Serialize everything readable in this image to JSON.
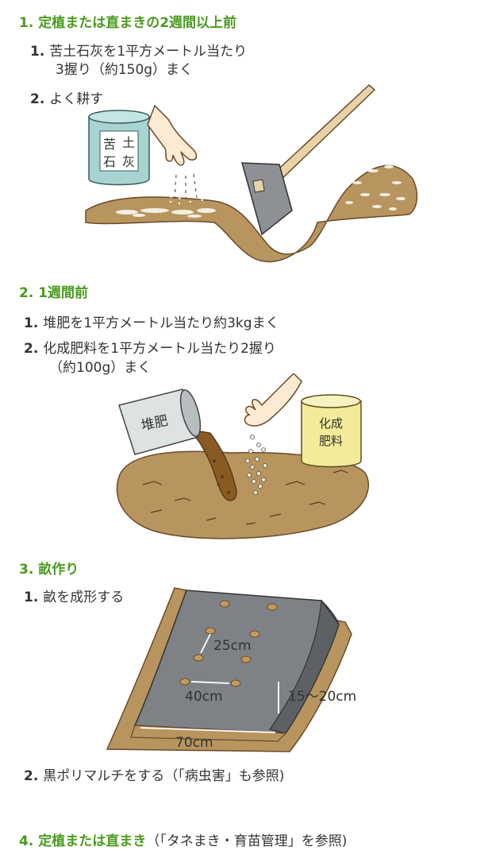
{
  "section1": {
    "heading": "1. 定植または直まきの2週間以上前",
    "step1_num": "1.",
    "step1_line1": "苦土石灰を1平方メートル当たり",
    "step1_line2": "3握り（約150g）まく",
    "step2_num": "2.",
    "step2_text": "よく耕す",
    "bag_char1": "苦",
    "bag_char2": "土",
    "bag_char3": "石",
    "bag_char4": "灰"
  },
  "section2": {
    "heading": "2. 1週間前",
    "step1_num": "1.",
    "step1_text": "堆肥を1平方メートル当たり約3kgまく",
    "step2_num": "2.",
    "step2_line1": "化成肥料を1平方メートル当たり2握り",
    "step2_line2": "（約100g）まく",
    "bucket_label": "堆肥",
    "bag_line1": "化成",
    "bag_line2": "肥料"
  },
  "section3": {
    "heading": "3. 畝作り",
    "step1_num": "1.",
    "step1_text": "畝を成形する",
    "dim_spacing": "25cm",
    "dim_row": "40cm",
    "dim_height": "15〜20cm",
    "dim_width": "70cm",
    "step2_num": "2.",
    "step2_text": "黒ポリマルチをする（「病虫害」も参照)"
  },
  "section4": {
    "heading": "4. 定植または直まき",
    "note": "（「タネまき・育苗管理」を参照)"
  },
  "colors": {
    "heading_green": "#4a9a1e",
    "soil": "#b8955e",
    "mulch": "#7e8287",
    "bag_blue": "#a7d3d3",
    "bag_yellow": "#f4eb9a"
  }
}
